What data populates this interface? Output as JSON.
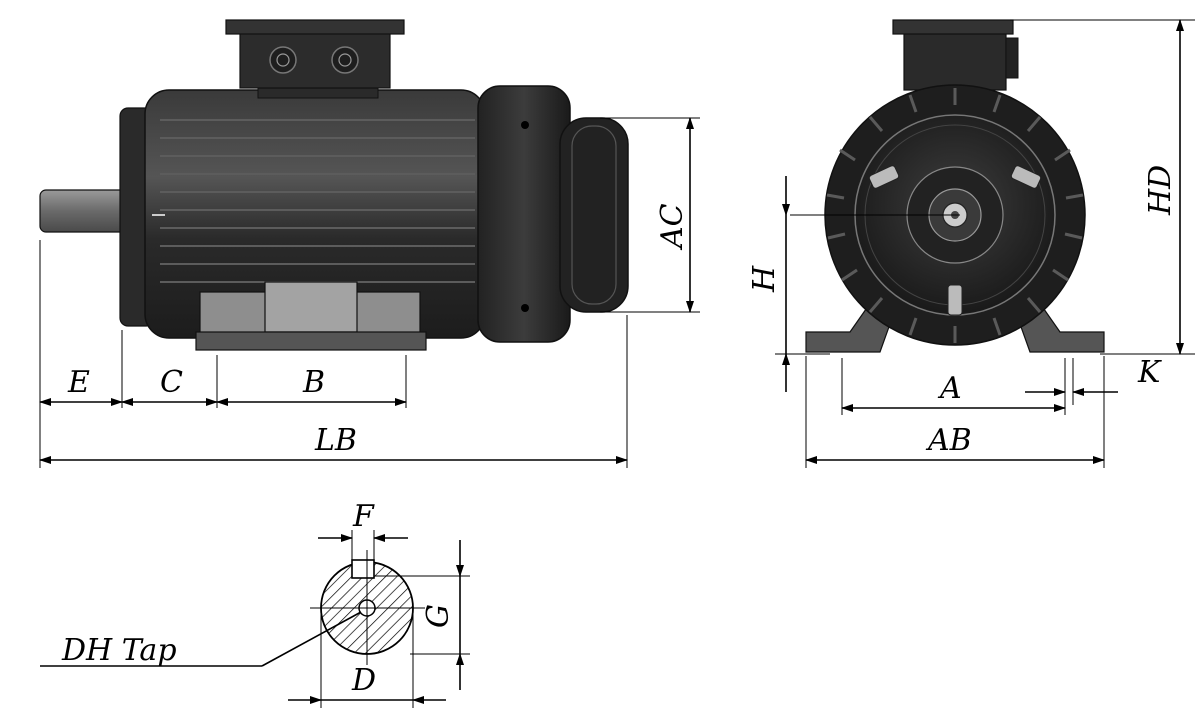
{
  "labels": {
    "E": "E",
    "C": "C",
    "B": "B",
    "LB": "LB",
    "AC": "AC",
    "H": "H",
    "HD": "HD",
    "A": "A",
    "AB": "AB",
    "K": "K",
    "F": "F",
    "G": "G",
    "D": "D",
    "DH": "DH Tap"
  },
  "colors": {
    "body": "#2e2e2e",
    "body_dark": "#1a1a1a",
    "body_light": "#4a4a4a",
    "shaft": "#7a7a7a",
    "foot": "#9a9a9a",
    "line": "#000000"
  }
}
